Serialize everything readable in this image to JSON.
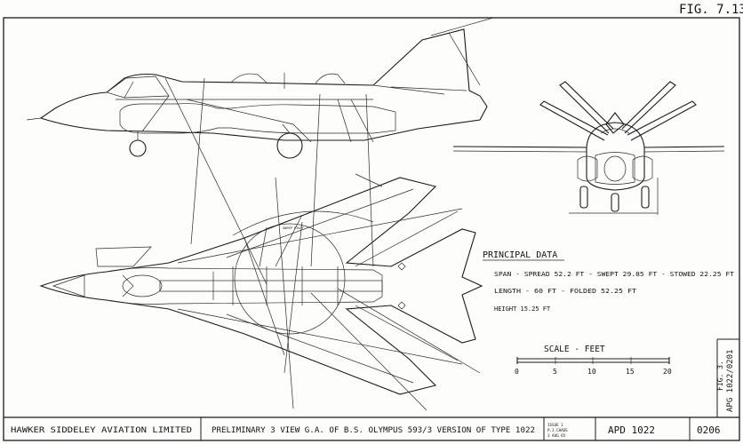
{
  "figure_label": "FIG. 7.13",
  "principal_data": {
    "heading": "PRINCIPAL DATA",
    "span": "SPAN - SPREAD 52.2 FT - SWEPT 29.85 FT - STOWED 22.25 FT",
    "length": "LENGTH - 60 FT - FOLDED 52.25 FT",
    "height": "HEIGHT 15.25 FT"
  },
  "scale": {
    "title": "SCALE - FEET",
    "ticks": [
      "0",
      "5",
      "10",
      "15",
      "20"
    ]
  },
  "side_label": [
    "APG 1022/0201",
    "FIG. 3."
  ],
  "title_block": {
    "company": "HAWKER SIDDELEY AVIATION LIMITED",
    "title": "PRELIMINARY 3 VIEW G.A. OF B.S. OLYMPUS 593/3 VERSION OF TYPE 1022",
    "issue_note": [
      "ISSUE 1",
      "P.J.CHADS",
      "3 AUG 65"
    ],
    "drawing_number_prefix": "APD 1022",
    "drawing_number_suffix": "0206"
  },
  "plan_annotation": "SWEEP PIVOT"
}
